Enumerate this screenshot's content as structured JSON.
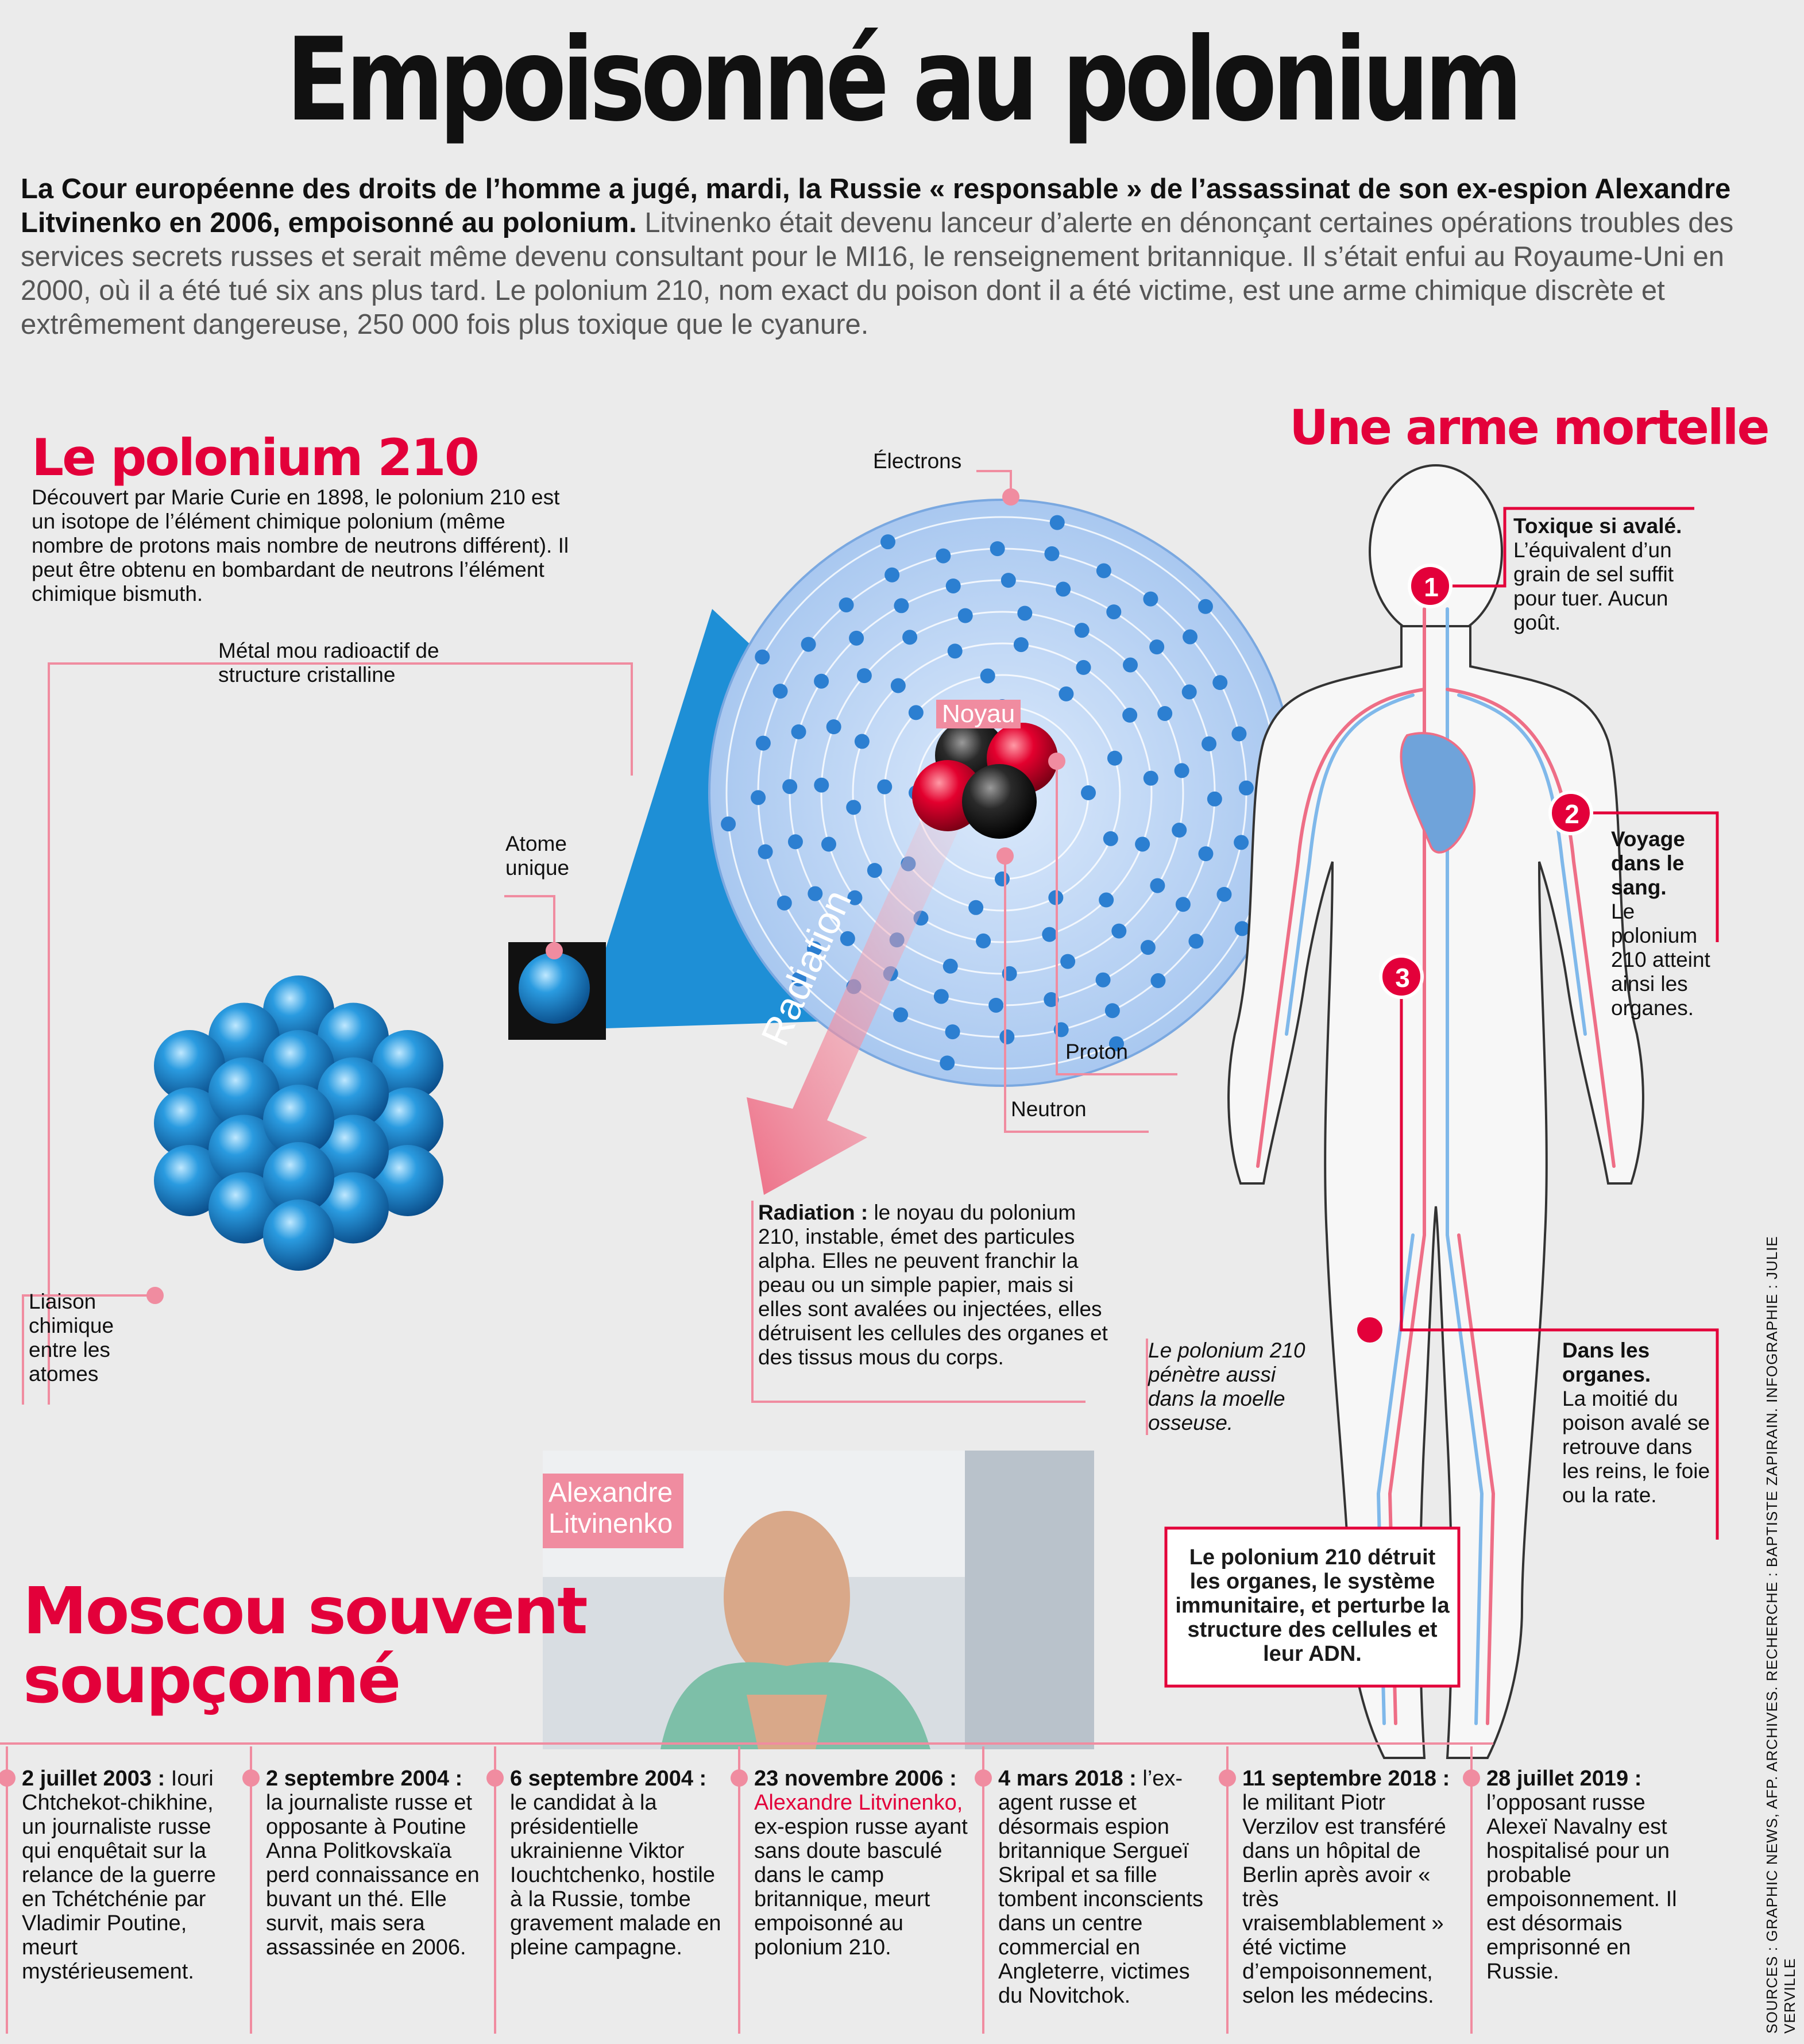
{
  "title": "Empoisonné au polonium",
  "intro": {
    "bold": "La Cour européenne des droits de l’homme a jugé, mardi, la Russie « responsable » de l’assassinat de son ex-espion Alexandre Litvinenko en 2006, empoisonné au polonium.",
    "rest": "Litvinenko était devenu lanceur d’alerte en dénonçant certaines opérations troubles des services secrets russes et serait même devenu consultant pour le MI16, le renseignement britannique. Il s’était enfui au Royaume-Uni en 2000, où il a été tué six ans plus tard. Le polonium 210, nom exact du poison dont il a été victime, est une arme chimique discrète et extrêmement dangereuse, 250 000 fois plus toxique que le cyanure."
  },
  "polonium": {
    "heading": "Le polonium 210",
    "text": "Découvert par Marie Curie en 1898, le polonium 210 est un isotope de l’élément chimique polonium (même nombre de protons mais nombre de neutrons différent). Il peut être obtenu en bombardant de neutrons l’élément chimique bismuth.",
    "metal_label": "Métal mou radioactif de structure cristalline",
    "atom_label": "Atome unique",
    "bond_label": "Liaison chimique entre les atomes"
  },
  "atom": {
    "electrons": "Électrons",
    "noyau": "Noyau",
    "proton": "Proton",
    "neutron": "Neutron",
    "radiation_arrow": "Radiation",
    "radiation_title": "Radiation :",
    "radiation_text": "le noyau du polonium 210, instable, émet des particules alpha. Elles ne peuvent franchir la peau ou un simple papier, mais si elles sont avalées ou injectées, elles détruisent les cellules des organes et des tissus mous du corps."
  },
  "body": {
    "heading": "Une arme mortelle",
    "point1_num": "1",
    "point1_title": "Toxique si avalé.",
    "point1_text": "L’équivalent d’un grain de sel suffit pour tuer. Aucun goût.",
    "point2_num": "2",
    "point2_title": "Voyage dans le sang.",
    "point2_text": "Le polonium 210 atteint ainsi les organes.",
    "point3_num": "3",
    "point3_title": "Dans les organes.",
    "point3_text": "La moitié du poison avalé se retrouve dans les reins, le foie ou la rate.",
    "marrow_text": "Le polonium 210 pénètre aussi dans la moelle osseuse.",
    "box_text": "Le polonium 210 détruit les organes, le système immunitaire, et perturbe la structure des cellules et leur ADN."
  },
  "photo": {
    "caption": "Alexandre Litvinenko"
  },
  "moscou": {
    "heading_line1": "Moscou souvent",
    "heading_line2": "soupçonné"
  },
  "timeline": [
    {
      "date": "2 juillet 2003 :",
      "text": "Iouri Chtchekot-chikhine, un journaliste russe qui enquêtait sur la relance de la guerre en Tchétchénie par Vladimir Poutine, meurt mystérieusement."
    },
    {
      "date": "2 septembre 2004 :",
      "text": "la journaliste russe et opposante à Poutine Anna Politkovskaïa perd connaissance en buvant un thé. Elle survit, mais sera assassinée en 2006."
    },
    {
      "date": "6 septembre 2004 :",
      "text": "le candidat à la présidentielle ukrainienne Viktor Iouchtchenko, hostile à la Russie, tombe gravement malade en pleine campagne."
    },
    {
      "date": "23 novembre 2006 :",
      "highlight": "Alexandre Litvinenko,",
      "text": "ex-espion russe ayant sans doute basculé dans le camp britannique, meurt empoisonné au polonium 210."
    },
    {
      "date": "4 mars 2018 :",
      "text": "l’ex-agent russe et désormais espion britannique Sergueï Skripal et sa fille tombent inconscients dans un centre commercial en Angleterre, victimes du Novitchok."
    },
    {
      "date": "11 septembre 2018 :",
      "text": "le militant Piotr Verzilov est transféré dans un hôpital de Berlin après avoir « très vraisemblablement » été victime d’empoisonnement, selon les médecins."
    },
    {
      "date": "28 juillet 2019 :",
      "text": "l’opposant russe Alexeï Navalny est hospitalisé pour un probable empoisonnement. Il est désormais emprisonné en Russie."
    }
  ],
  "sources": "SOURCES : GRAPHIC NEWS, AFP. ARCHIVES. RECHERCHE : BAPTISTE ZAPIRAIN. INFOGRAPHIE : JULIE VERVILLE",
  "colors": {
    "accent_red": "#e3003a",
    "pink": "#f08ca0",
    "atom_blue": "#1e8fd6",
    "bg": "#ebebeb"
  }
}
